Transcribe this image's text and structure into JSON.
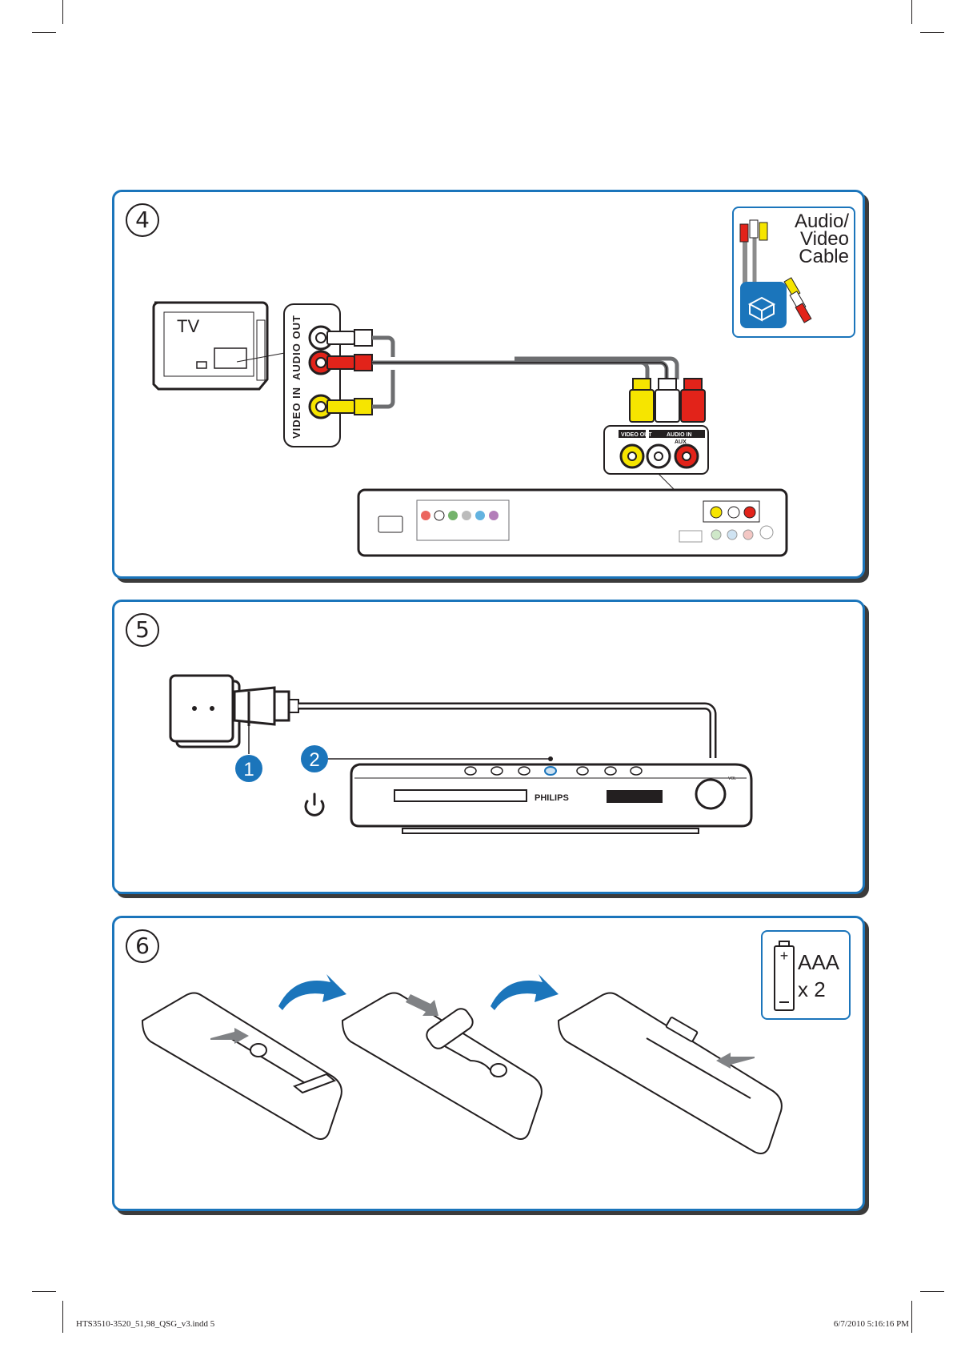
{
  "panel4": {
    "step": "4",
    "tv_label": "TV",
    "port_audio_out": "AUDIO OUT",
    "port_video_in": "VIDEO IN",
    "device_video_out": "VIDEO OUT",
    "device_audio_in": "AUDIO IN",
    "device_aux": "AUX",
    "cable_label": [
      "Audio/",
      "Video",
      "Cable"
    ]
  },
  "panel5": {
    "step": "5",
    "marker1": "1",
    "marker2": "2",
    "brand": "PHILIPS",
    "vol_label": "VOL"
  },
  "panel6": {
    "step": "6",
    "battery_type": "AAA",
    "battery_count": "x 2"
  },
  "footer": {
    "left": "HTS3510-3520_51,98_QSG_v3.indd   5",
    "right": "6/7/2010   5:16:16 PM"
  },
  "colors": {
    "accent": "#1b75bb",
    "yellow": "#f6e500",
    "red": "#e2231a",
    "white": "#ffffff"
  }
}
